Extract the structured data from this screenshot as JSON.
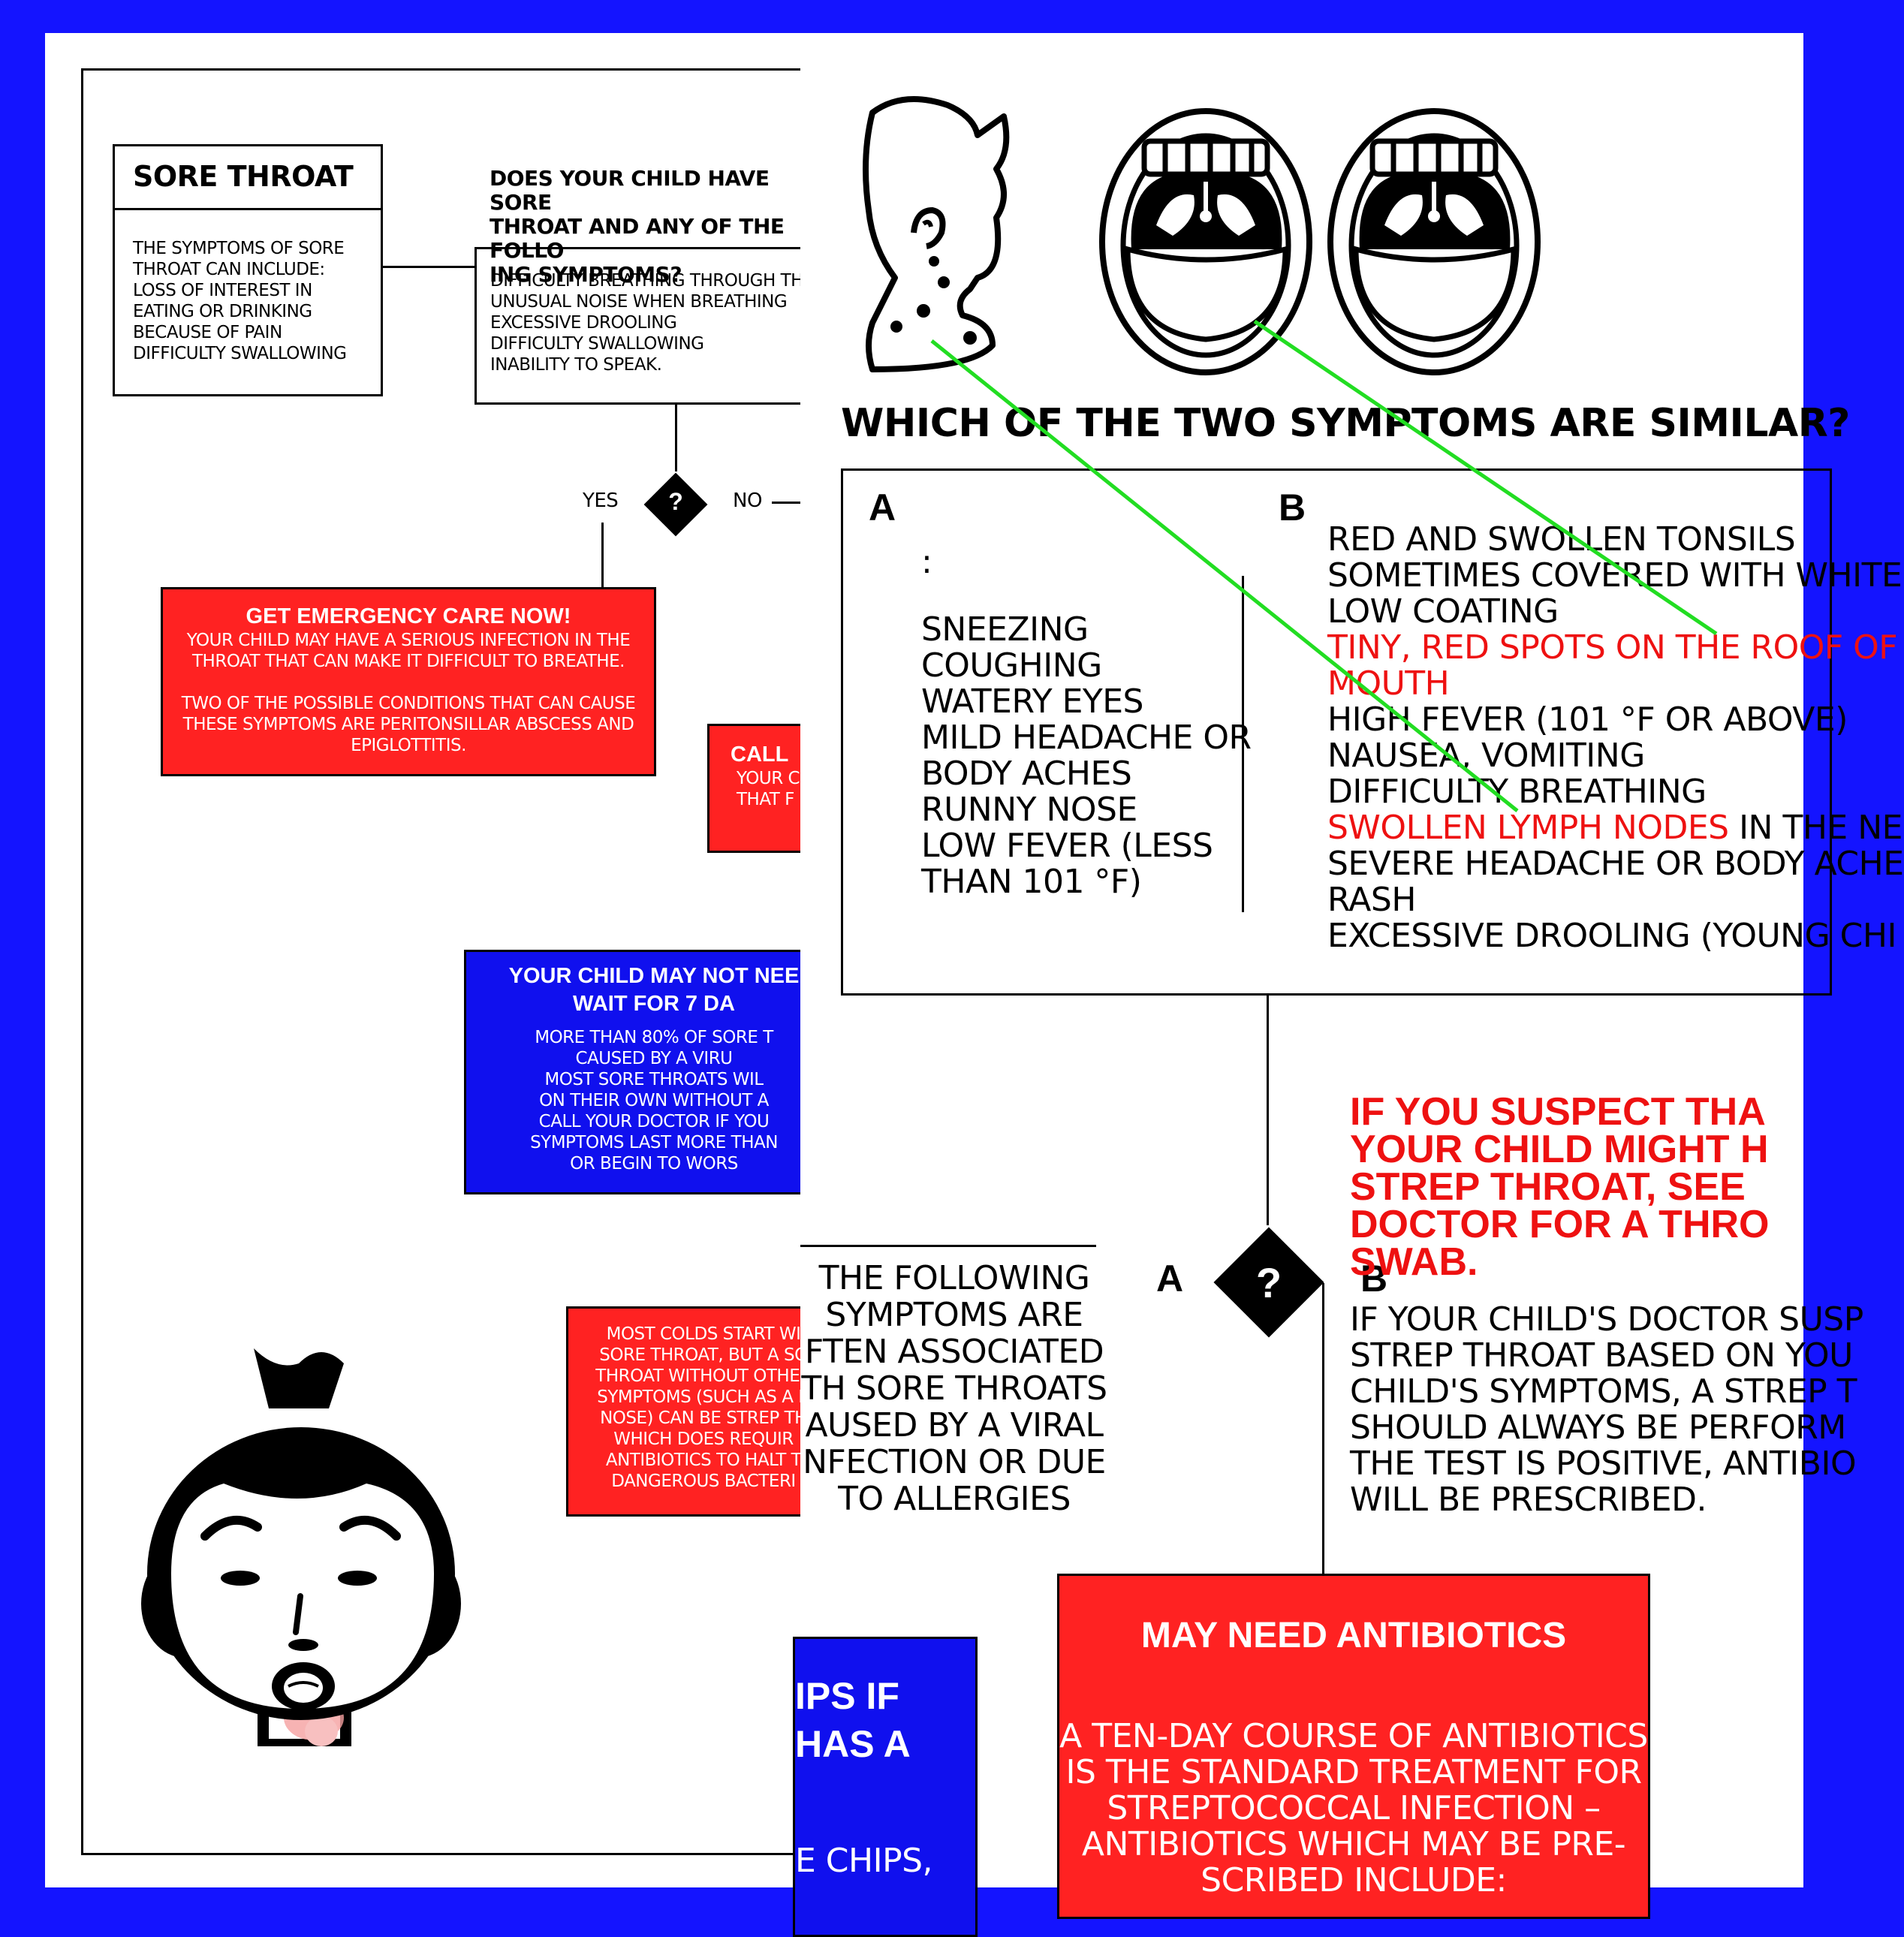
{
  "left": {
    "sore_throat": {
      "title": "SORE THROAT",
      "body": "THE SYMPTOMS OF SORE\nTHROAT CAN INCLUDE:\nLOSS OF INTEREST IN\nEATING OR DRINKING\nBECAUSE OF PAIN\nDIFFICULTY SWALLOWING"
    },
    "question": {
      "title": "DOES YOUR CHILD HAVE SORE\nTHROAT AND ANY OF THE FOLLO\nING SYMPTOMS?",
      "body": "DIFFICULTY BREATHING THROUGH THE\nUNUSUAL NOISE WHEN BREATHING\nEXCESSIVE DROOLING\nDIFFICULTY SWALLOWING\nINABILITY TO SPEAK."
    },
    "yes_label": "YES",
    "no_label": "NO",
    "decision_mark": "?",
    "emergency": {
      "title": "GET EMERGENCY CARE NOW!",
      "body": "YOUR CHILD MAY HAVE A SERIOUS INFECTION IN THE\nTHROAT THAT CAN MAKE IT DIFFICULT TO BREATHE.\n\nTWO OF THE POSSIBLE CONDITIONS THAT CAN CAUSE\nTHESE SYMPTOMS ARE PERITONSILLAR ABSCESS AND\nEPIGLOTTITIS."
    },
    "call": {
      "title": "CALL",
      "body": "YOUR CH\nTHAT F"
    },
    "wait": {
      "title": "YOUR CHILD MAY NOT NEE\nWAIT FOR 7 DA",
      "body": "MORE THAN 80% OF SORE T\nCAUSED BY A VIRU\nMOST SORE THROATS WIL\nON THEIR OWN WITHOUT A\nCALL YOUR DOCTOR IF YOU\nSYMPTOMS LAST MORE THAN\nOR BEGIN TO WORS"
    },
    "colds": "MOST COLDS START WI\nSORE THROAT, BUT A SO\nTHROAT WITHOUT OTHER\nSYMPTOMS (SUCH AS A R\nNOSE) CAN BE STREP TH\nWHICH DOES REQUIR\nANTIBIOTICS TO HALT T\nDANGEROUS BACTERI"
  },
  "right": {
    "heading": "WHICH OF THE TWO SYMPTOMS ARE SIMILAR?",
    "col_a": {
      "letter": "A",
      "colon": ":",
      "items": "SNEEZING\nCOUGHING\nWATERY EYES\nMILD HEADACHE OR\nBODY ACHES\nRUNNY NOSE\nLOW FEVER (LESS\nTHAN 101 °F)"
    },
    "col_b": {
      "letter": "B",
      "line1": "RED AND SWOLLEN TONSILS",
      "line2": "SOMETIMES COVERED WITH WHITE",
      "line3": "LOW COATING",
      "line4": "TINY, RED SPOTS ON THE ROOF OF",
      "line5": "MOUTH",
      "line6": "HIGH FEVER (101 °F OR ABOVE)",
      "line7": "NAUSEA, VOMITING",
      "line8": "DIFFICULTY BREATHING",
      "line9_red": "SWOLLEN LYMPH NODES",
      "line9_rest": " IN THE NE",
      "line10": "SEVERE HEADACHE OR BODY ACHE",
      "line11": "RASH",
      "line12": "EXCESSIVE DROOLING (YOUNG CHI"
    },
    "branch_a": "A",
    "branch_b": "B",
    "decision_mark": "?",
    "viral_text": "THE FOLLOWING\nSYMPTOMS ARE\nFTEN ASSOCIATED\nTH SORE THROATS\nAUSED BY A VIRAL\nNFECTION OR DUE\nTO ALLERGIES",
    "strep_heading": "IF YOU SUSPECT THA\nYOUR CHILD MIGHT H\nSTREP THROAT, SEE\nDOCTOR FOR A THRO\nSWAB.",
    "strep_body": "IF YOUR CHILD'S DOCTOR SUSP\nSTREP THROAT BASED ON YOU\nCHILD'S SYMPTOMS, A STREP T\nSHOULD ALWAYS BE PERFORM\nTHE TEST IS POSITIVE, ANTIBIO\nWILL BE PRESCRIBED.",
    "antibiotics": {
      "title": "MAY NEED ANTIBIOTICS",
      "body": "A TEN-DAY COURSE OF ANTIBIOTICS\nIS THE STANDARD TREATMENT FOR\nSTREPTOCOCCAL INFECTION –\nANTIBIOTICS WHICH MAY BE PRE-\nSCRIBED INCLUDE:"
    },
    "chips_box": {
      "title": "IPS IF\nHAS A",
      "body": "E CHIPS,"
    }
  },
  "colors": {
    "frame_blue": "#1414ff",
    "box_red": "#ff2222",
    "box_blue": "#1010ee",
    "text_red": "#ee1111",
    "connector_green": "#22dd22"
  },
  "icons": [
    "head-profile-icon",
    "open-mouth-icon",
    "open-mouth-spots-icon",
    "sick-child-icon"
  ]
}
